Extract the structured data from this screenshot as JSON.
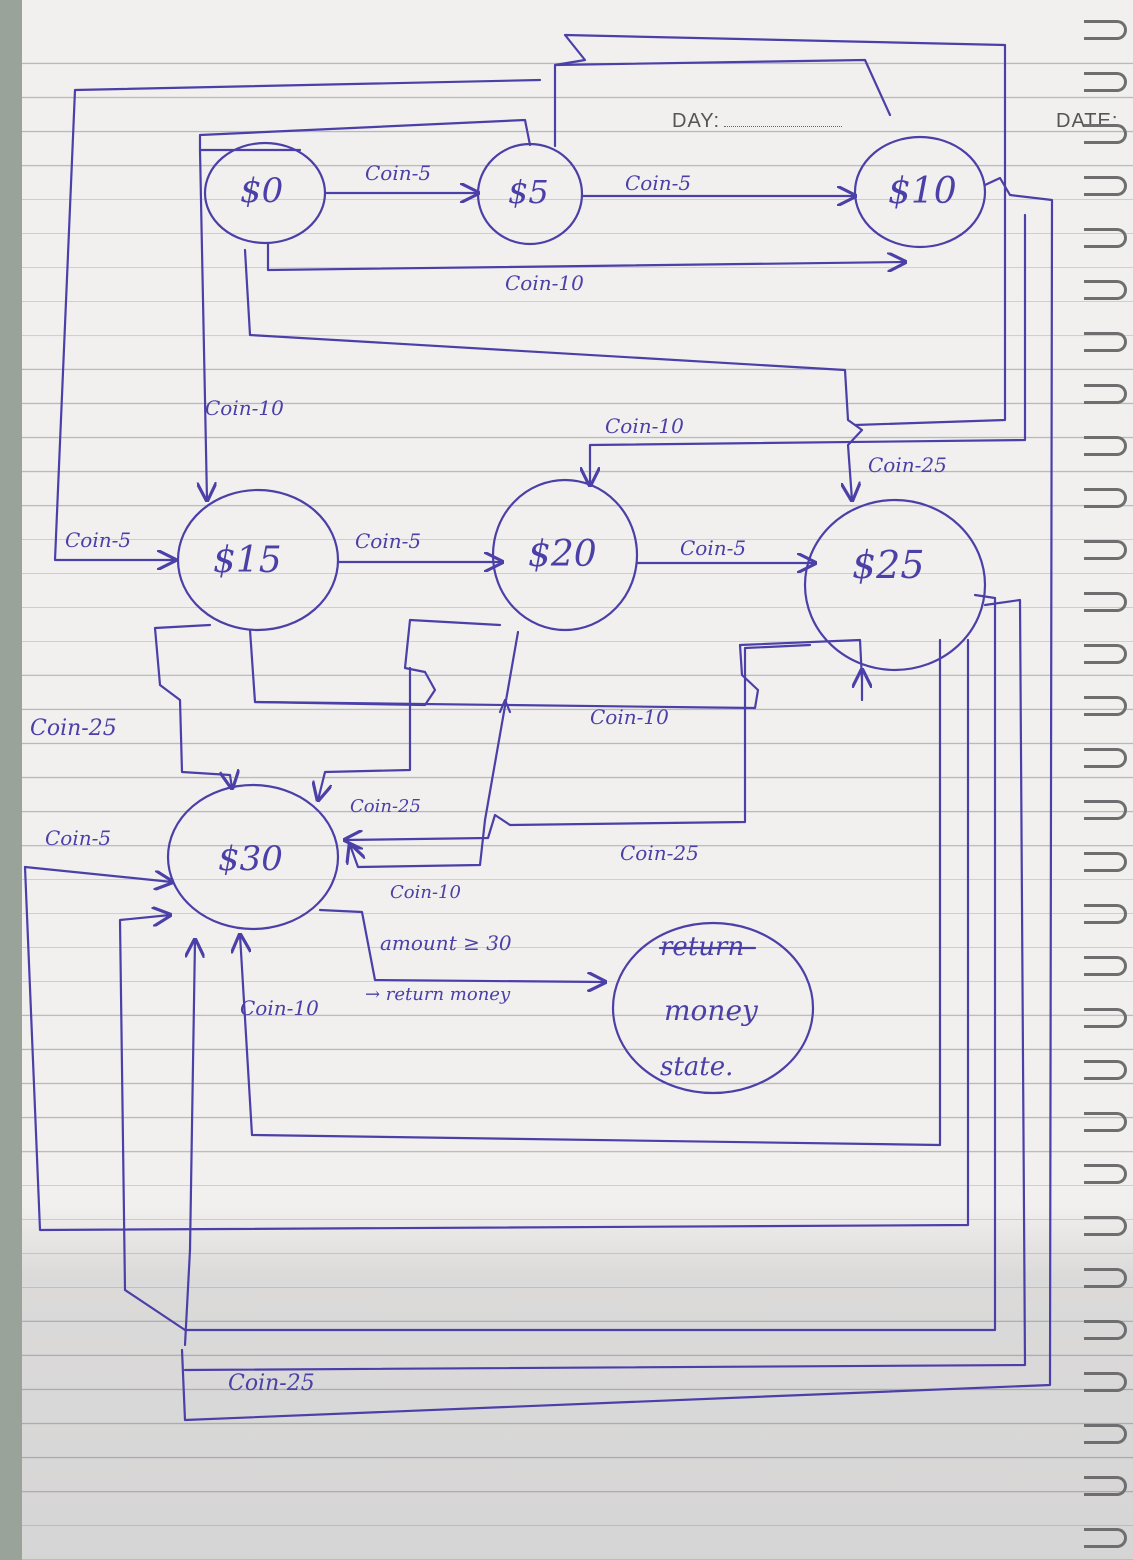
{
  "header": {
    "day_label": "DAY:",
    "date_label": "DATE:"
  },
  "states": [
    {
      "id": "s0",
      "label": "$0"
    },
    {
      "id": "s5",
      "label": "$5"
    },
    {
      "id": "s10",
      "label": "$10"
    },
    {
      "id": "s15",
      "label": "$15"
    },
    {
      "id": "s20",
      "label": "$20"
    },
    {
      "id": "s25",
      "label": "$25"
    },
    {
      "id": "s30",
      "label": "$30"
    },
    {
      "id": "ret",
      "label_lines": [
        "return",
        "money",
        "state."
      ]
    }
  ],
  "edge_labels": {
    "s0_s5": "Coin-5",
    "s5_s10": "Coin-5",
    "s0_s10": "Coin-10",
    "s0_s15": "Coin-10",
    "s5_s15": "Coin-10",
    "left_s15": "Coin-5",
    "s15_s20": "Coin-5",
    "s20_s25": "Coin-5",
    "s10_s20": "Coin-10",
    "s0_s25": "Coin-25",
    "s15_s25": "Coin-10",
    "s15_s30": "Coin-25",
    "s20_s30_25": "Coin-25",
    "s20_s30_10": "Coin-10",
    "s25_s30_25": "Coin-25",
    "left_s30": "Coin-5",
    "s25_s30_10": "Coin-10",
    "bottom_25": "Coin-25",
    "return_line1": "amount ≥ 30",
    "return_line2": "→ return money"
  }
}
